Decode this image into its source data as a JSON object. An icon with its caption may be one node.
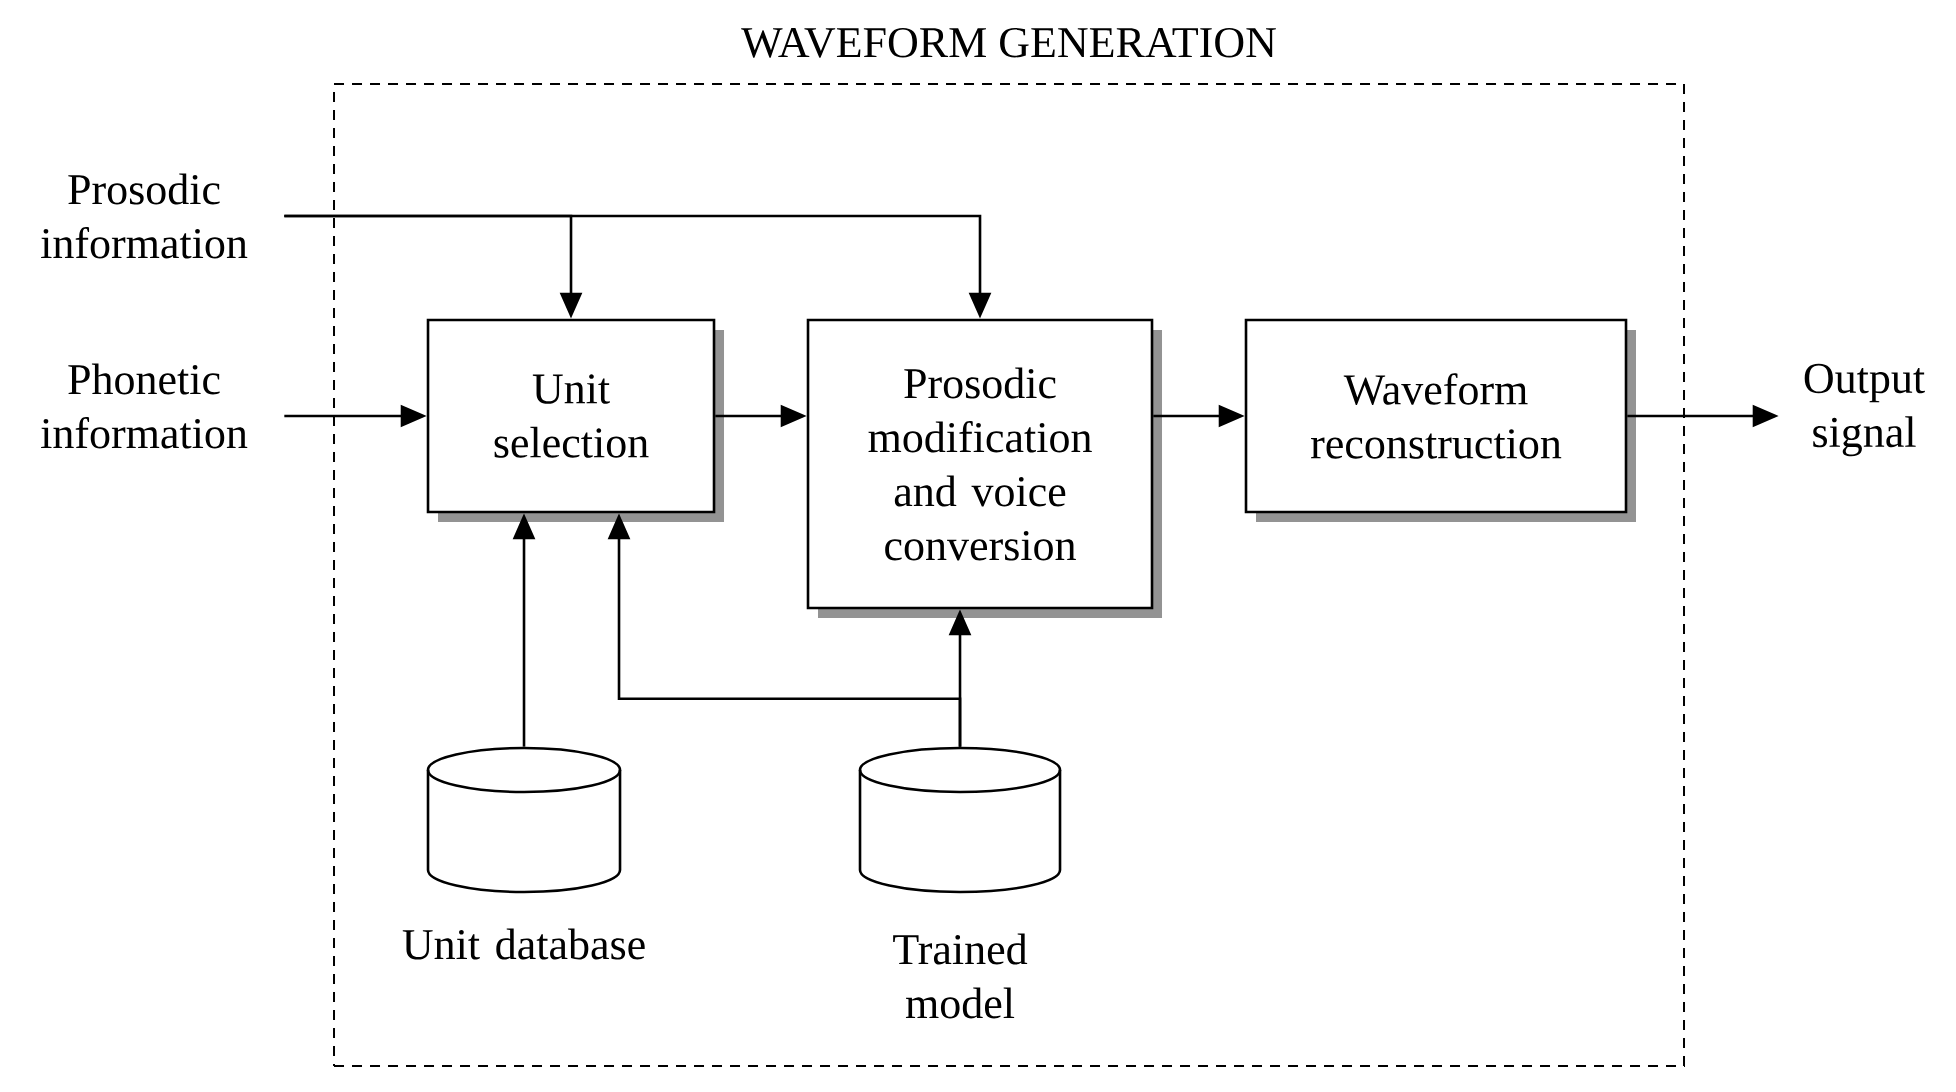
{
  "diagram": {
    "nodes": [
      {
        "text": [
          "WAVEFORM GENERATION"
        ]
      },
      {
        "text": [
          "Prosodic information"
        ]
      },
      {
        "text": [
          "Phonetic information"
        ]
      },
      {
        "text": [
          "Unit selection"
        ],
        "in": 0
      },
      {
        "text": [
          "Prosodic modification and voice conversion"
        ],
        "in": 0
      },
      {
        "text": [
          "Waveform reconstruction"
        ],
        "in": 0
      },
      {
        "text": [],
        "shape": "cylinder",
        "beside": [
          "Unit database"
        ],
        "in": 0
      },
      {
        "text": [],
        "shape": "cylinder",
        "beside": [
          "Trained model"
        ],
        "in": 0
      },
      {
        "text": [
          "Output signal"
        ]
      }
    ],
    "edges": [
      {
        "from": 1,
        "to": 3,
        "arrow": "to"
      },
      {
        "from": 1,
        "to": 4,
        "arrow": "to"
      },
      {
        "from": 2,
        "to": 3,
        "arrow": "to"
      },
      {
        "from": 3,
        "to": 4,
        "arrow": "to"
      },
      {
        "from": 4,
        "to": 5,
        "arrow": "to"
      },
      {
        "from": 5,
        "to": 8,
        "arrow": "to"
      },
      {
        "from": 6,
        "to": 3,
        "arrow": "to"
      },
      {
        "from": 7,
        "to": 4,
        "arrow": "to"
      },
      {
        "from": 7,
        "to": 3,
        "arrow": "to"
      }
    ]
  }
}
